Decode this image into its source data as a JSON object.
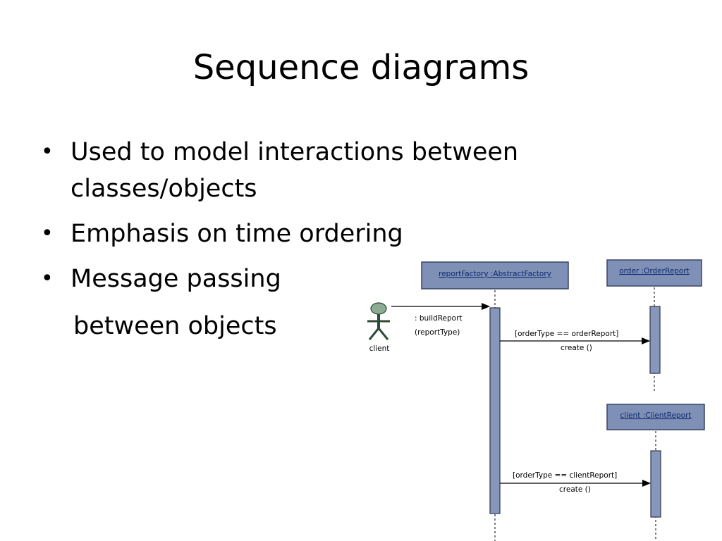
{
  "slide": {
    "title": "Sequence diagrams",
    "bullets": [
      "Used to model interactions between classes/objects",
      "Emphasis on time ordering",
      "Message passing"
    ],
    "continuation": "between objects"
  },
  "diagram": {
    "actor_label": "client",
    "objects": [
      {
        "label": "reportFactory :AbstractFactory"
      },
      {
        "label": "order :OrderReport"
      },
      {
        "label": "client :ClientReport"
      }
    ],
    "messages": {
      "build_line1": ": buildReport",
      "build_line2": "(reportType)",
      "order_guard": "[orderType == orderReport]",
      "order_create": "create ()",
      "client_guard": "[orderType == clientReport]",
      "client_create": "create ()"
    },
    "colors": {
      "object_box": "#7f90b6",
      "activation": "#8796bb",
      "actor_head": "#8cab93",
      "header_text": "#0b2a6e"
    }
  }
}
